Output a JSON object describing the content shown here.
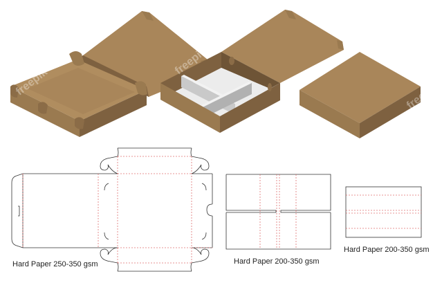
{
  "colors": {
    "kraft_top": "#a9865a",
    "kraft_light": "#b08d5f",
    "kraft_mid": "#9a7a50",
    "kraft_dark": "#7e6140",
    "kraft_inner": "#8b6c47",
    "divider_light": "#e3e3e3",
    "divider_mid": "#c9c9c9",
    "divider_dark": "#b1b1b1",
    "cut_line": "#333333",
    "fold_line": "#e07070"
  },
  "mockups": [
    {
      "name": "open-pizza-box",
      "description": "Open kraft box with hinged lid"
    },
    {
      "name": "open-box-with-dividers",
      "description": "Kraft box with white cross divider insert"
    },
    {
      "name": "closed-box",
      "description": "Closed kraft box"
    }
  ],
  "dielines": [
    {
      "name": "pizza-box-dieline",
      "label": "Hard Paper 250-350 gsm"
    },
    {
      "name": "divider-dieline",
      "label": "Hard Paper 200-350 gsm"
    },
    {
      "name": "strip-dieline",
      "label": "Hard Paper 200-350 gsm"
    }
  ],
  "watermark": "freepik"
}
